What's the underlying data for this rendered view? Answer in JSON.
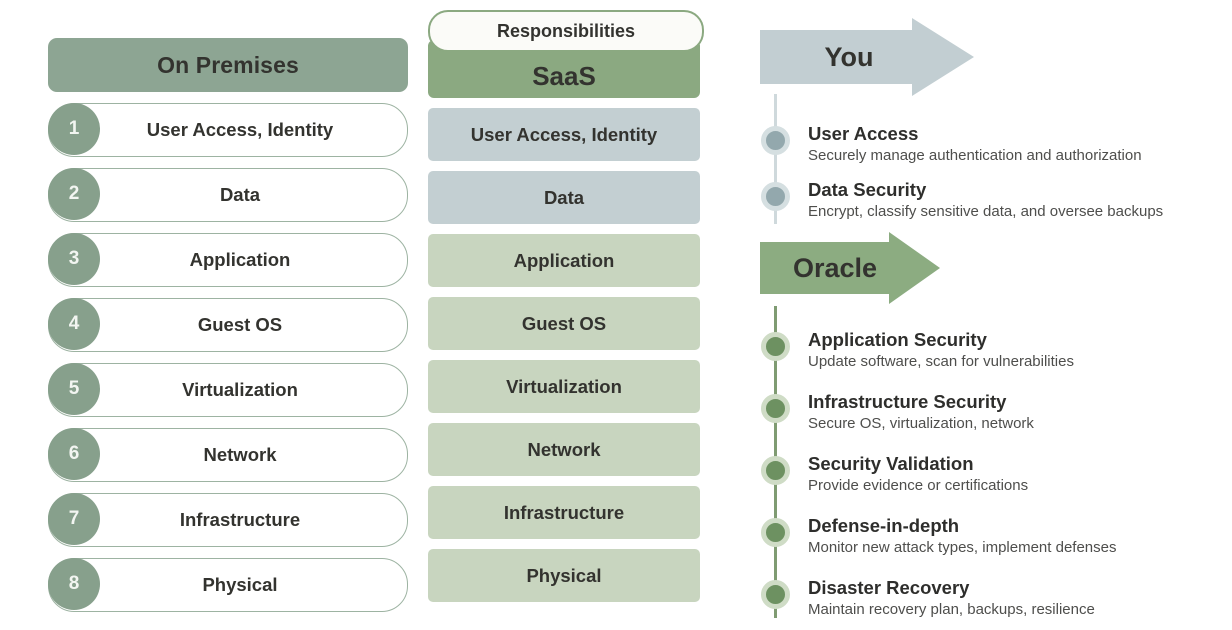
{
  "onprem": {
    "header": "On Premises",
    "rows": [
      {
        "num": "1",
        "label": "User Access, Identity"
      },
      {
        "num": "2",
        "label": "Data"
      },
      {
        "num": "3",
        "label": "Application"
      },
      {
        "num": "4",
        "label": "Guest OS"
      },
      {
        "num": "5",
        "label": "Virtualization"
      },
      {
        "num": "6",
        "label": "Network"
      },
      {
        "num": "7",
        "label": "Infrastructure"
      },
      {
        "num": "8",
        "label": "Physical"
      }
    ]
  },
  "saas": {
    "pill": "Responsibilities",
    "header": "SaaS",
    "rows": [
      {
        "label": "User Access, Identity",
        "tone": "blue"
      },
      {
        "label": "Data",
        "tone": "blue"
      },
      {
        "label": "Application",
        "tone": "green"
      },
      {
        "label": "Guest OS",
        "tone": "green"
      },
      {
        "label": "Virtualization",
        "tone": "green"
      },
      {
        "label": "Network",
        "tone": "green"
      },
      {
        "label": "Infrastructure",
        "tone": "green"
      },
      {
        "label": "Physical",
        "tone": "green"
      }
    ]
  },
  "you": {
    "arrow_label": "You",
    "bullets": [
      {
        "title": "User Access",
        "desc": "Securely manage authentication and authorization"
      },
      {
        "title": "Data Security",
        "desc": "Encrypt, classify sensitive data, and oversee backups"
      }
    ]
  },
  "oracle": {
    "arrow_label": "Oracle",
    "bullets": [
      {
        "title": "Application Security",
        "desc": "Update software, scan for vulnerabilities"
      },
      {
        "title": "Infrastructure Security",
        "desc": "Secure OS, virtualization, network"
      },
      {
        "title": "Security Validation",
        "desc": "Provide evidence or certifications"
      },
      {
        "title": "Defense-in-depth",
        "desc": "Monitor new attack types, implement defenses"
      },
      {
        "title": "Disaster Recovery",
        "desc": "Maintain recovery plan, backups, resilience"
      }
    ]
  },
  "colors": {
    "onprem_header": "#8da593",
    "onprem_circle": "#87a08c",
    "saas_header": "#8ba981",
    "row_blue": "#c3cfd2",
    "row_green": "#c8d5bf",
    "you_arrow": "#c2ced2",
    "oracle_arrow": "#8cac81",
    "you_dot": "#93a8ad",
    "oracle_dot": "#6d9161"
  }
}
